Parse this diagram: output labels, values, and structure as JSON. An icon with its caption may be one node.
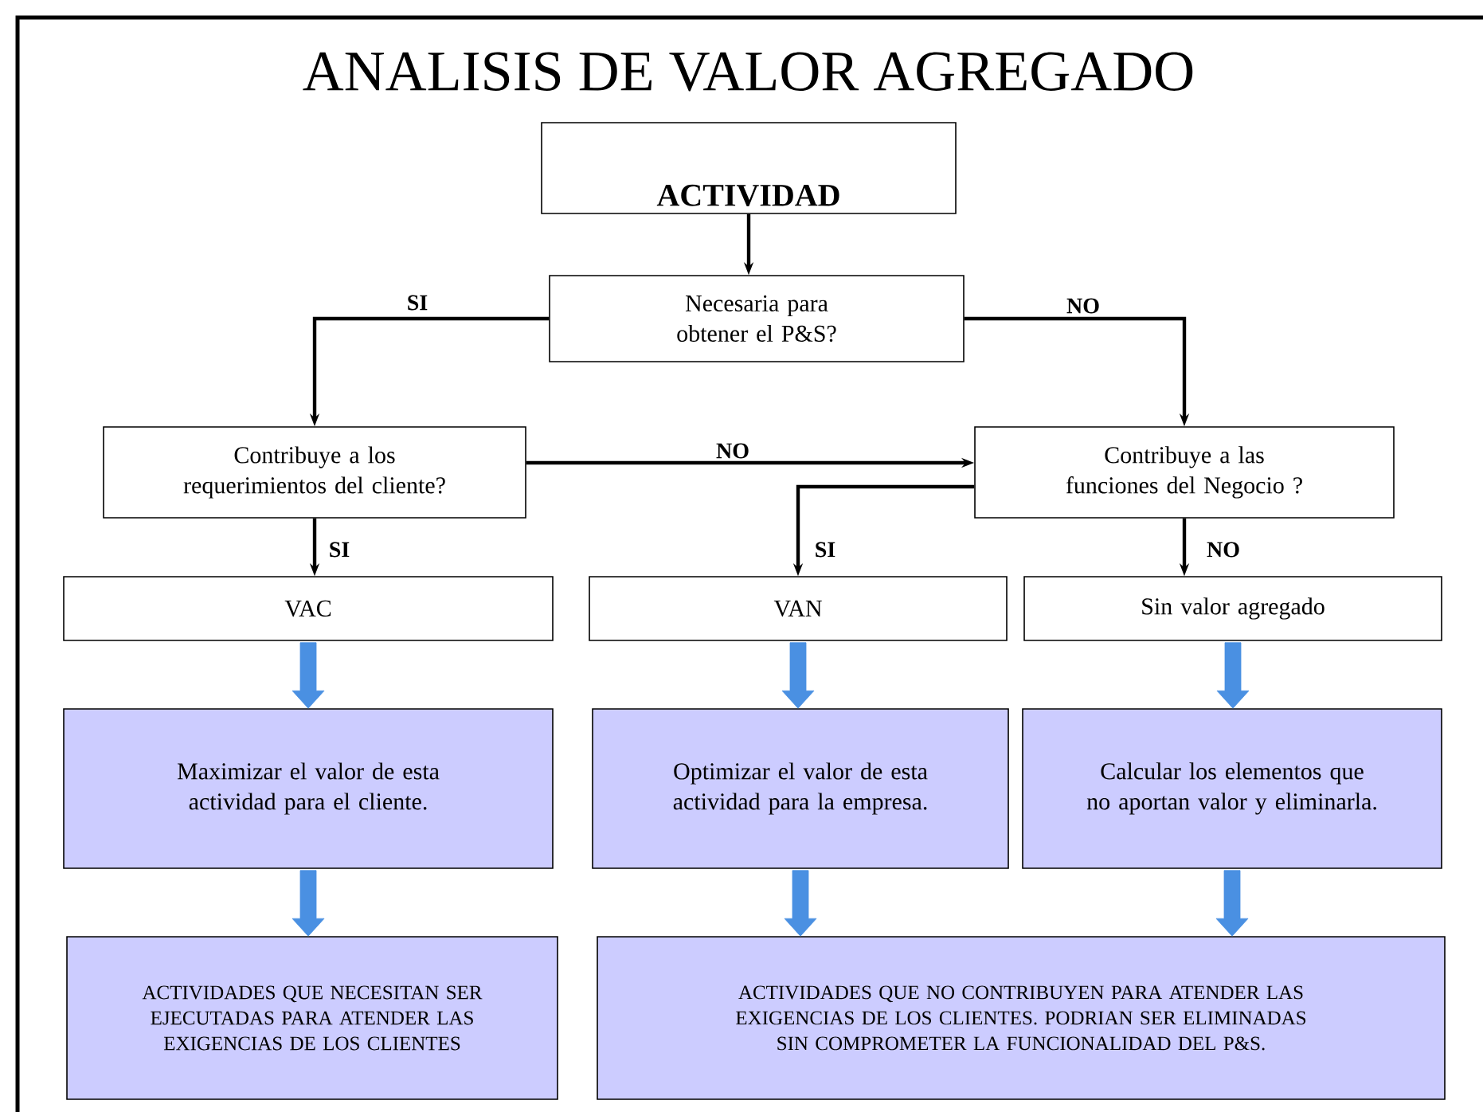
{
  "diagram": {
    "title": "ANALISIS DE VALOR AGREGADO",
    "nodes": [
      {
        "text": [
          "ACTIVIDAD"
        ]
      },
      {
        "text": [
          "Necesaria para obtener el P&S?"
        ]
      },
      {
        "text": [
          "Contribuye a los requerimientos del cliente?"
        ]
      },
      {
        "text": [
          "Contribuye a las funciones del Negocio ?"
        ]
      },
      {
        "text": [
          "VAC"
        ]
      },
      {
        "text": [
          "VAN"
        ]
      },
      {
        "text": [
          "Sin valor agregado"
        ]
      },
      {
        "text": [
          "Maximizar el valor de esta actividad para el cliente."
        ]
      },
      {
        "text": [
          "Optimizar el valor de esta actividad para la empresa."
        ]
      },
      {
        "text": [
          "Calcular los elementos que no aportan valor y eliminarla."
        ]
      },
      {
        "text": [
          "ACTIVIDADES QUE NECESITAN SER EJECUTADAS PARA ATENDER LAS EXIGENCIAS DE LOS CLIENTES"
        ]
      },
      {
        "text": [
          "ACTIVIDADES QUE NO CONTRIBUYEN PARA ATENDER LAS EXIGENCIAS DE LOS CLIENTES.  PODRIAN SER ELIMINADAS SIN COMPROMETER LA FUNCIONALIDAD DEL P&S."
        ]
      }
    ],
    "edges": [
      {
        "from": 0,
        "to": 1,
        "arrow": "to"
      },
      {
        "from": 1,
        "to": 2,
        "arrow": "to",
        "label": "SI"
      },
      {
        "from": 1,
        "to": 3,
        "arrow": "to",
        "label": "NO"
      },
      {
        "from": 2,
        "to": 3,
        "arrow": "to",
        "label": "NO"
      },
      {
        "from": 3,
        "to": 5,
        "arrow": "to",
        "label": "SI"
      },
      {
        "from": 3,
        "to": 6,
        "arrow": "to",
        "label": "NO"
      },
      {
        "from": 2,
        "to": 4,
        "arrow": "to",
        "label": "SI"
      },
      {
        "from": 4,
        "to": 7,
        "arrow": "to",
        "style": "thick",
        "color": "#4a90e2"
      },
      {
        "from": 5,
        "to": 8,
        "arrow": "to",
        "style": "thick",
        "color": "#4a90e2"
      },
      {
        "from": 6,
        "to": 9,
        "arrow": "to",
        "style": "thick",
        "color": "#4a90e2"
      },
      {
        "from": 7,
        "to": 10,
        "arrow": "to",
        "style": "thick",
        "color": "#4a90e2"
      },
      {
        "from": 8,
        "to": 11,
        "arrow": "to",
        "style": "thick",
        "color": "#4a90e2"
      },
      {
        "from": 9,
        "to": 11,
        "arrow": "to",
        "style": "thick",
        "color": "#4a90e2"
      }
    ]
  }
}
